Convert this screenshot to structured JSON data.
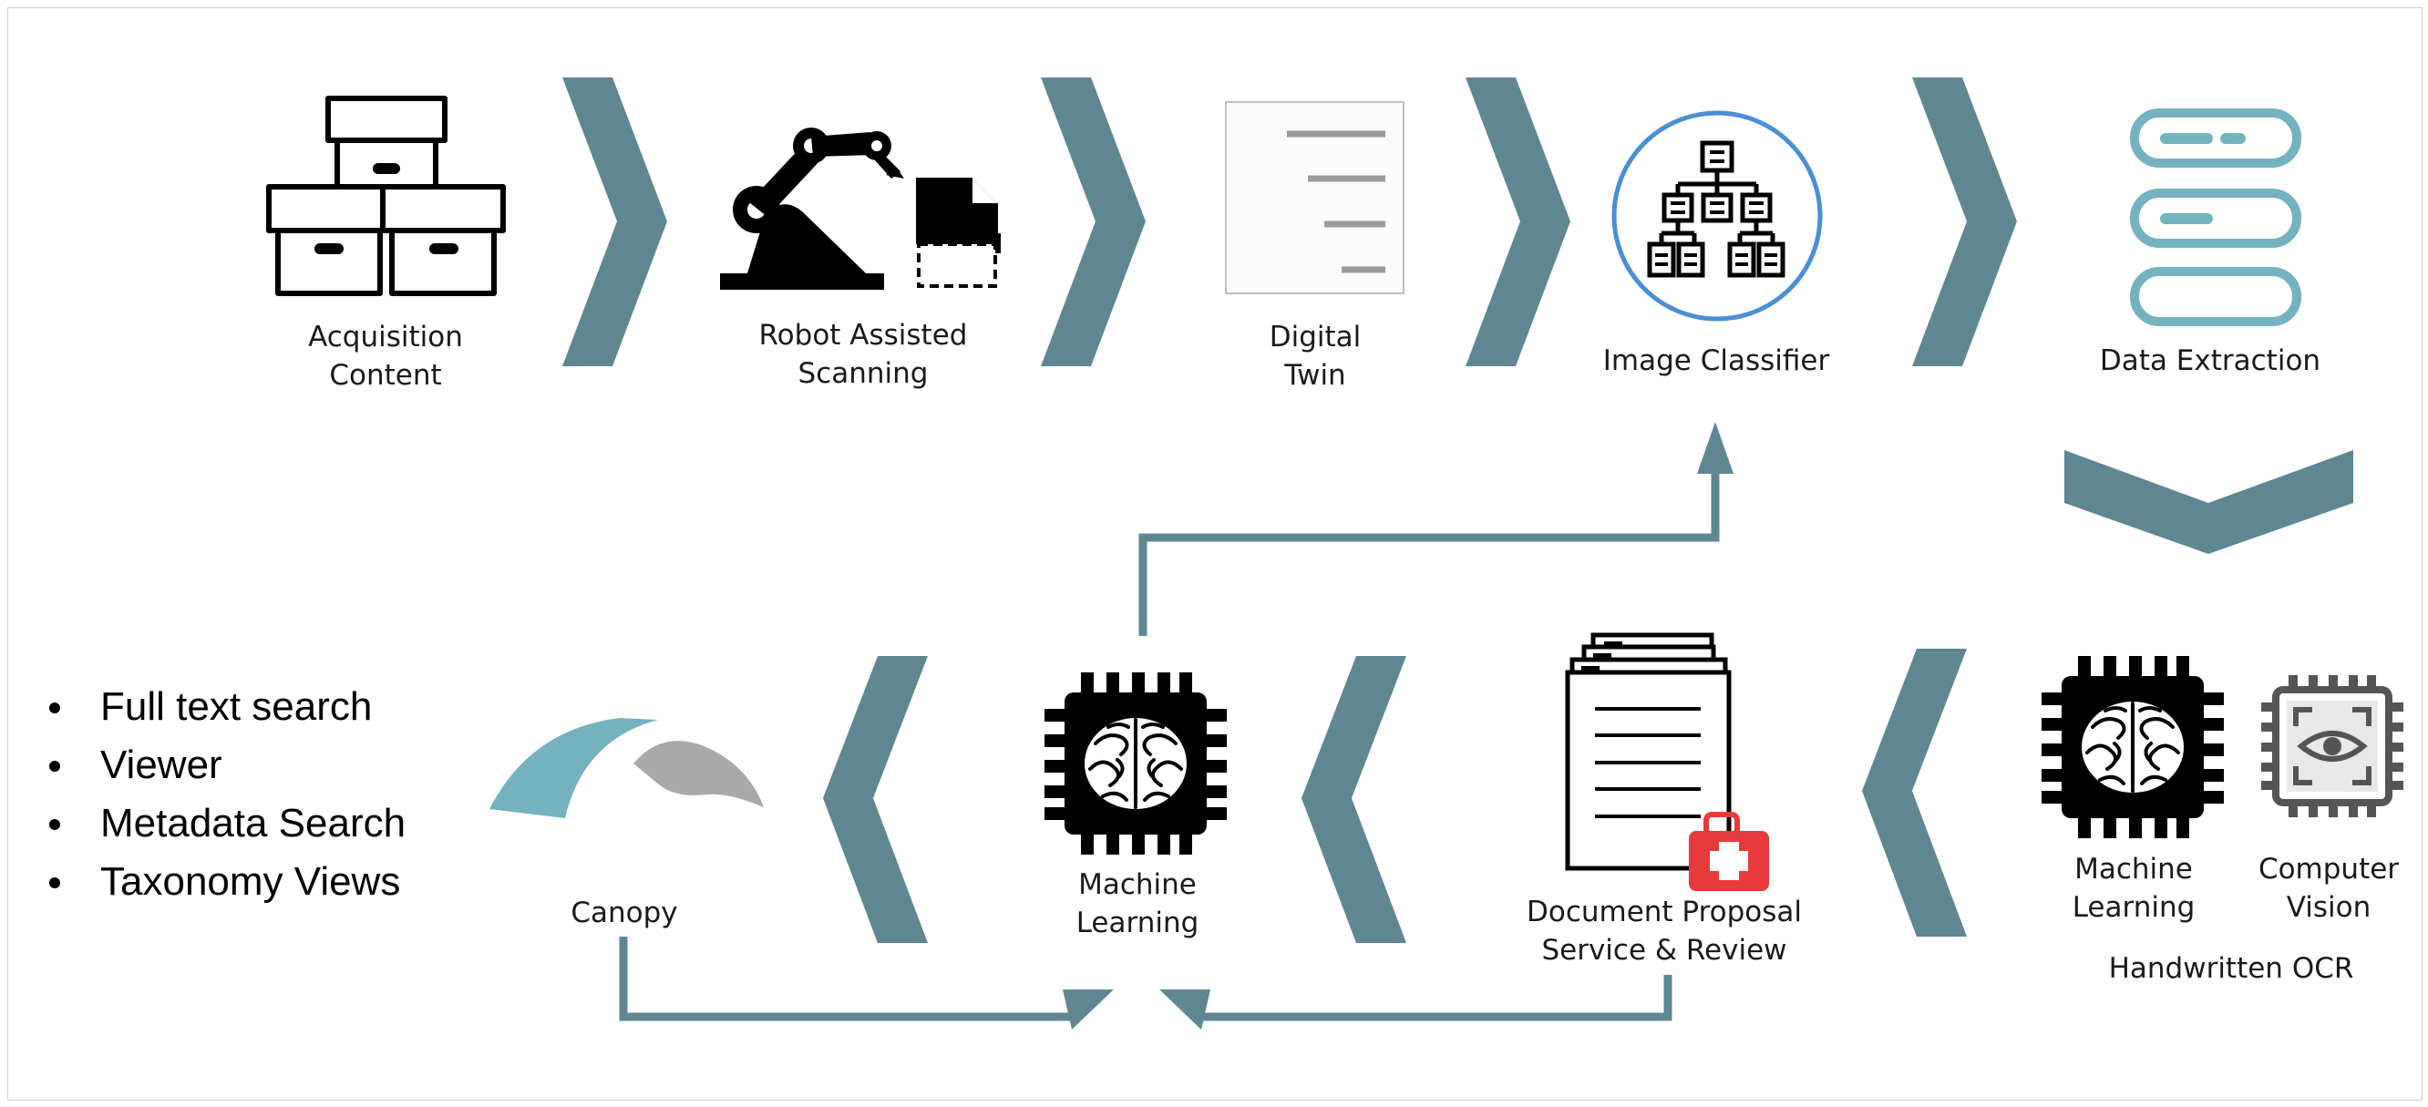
{
  "colors": {
    "chevron": "#5e8793",
    "teal": "#74b2bf",
    "gray": "#a9a9a9",
    "classifier_ring": "#4a8fd4",
    "medkit": "#e83a3a"
  },
  "top_row": {
    "acquisition": {
      "icon": "boxes-icon",
      "line1": "Acquisition",
      "line2": "Content"
    },
    "robot": {
      "icon": "robot-arm-icon",
      "line1": "Robot Assisted",
      "line2": "Scanning"
    },
    "twin": {
      "icon": "document-icon",
      "line1": "Digital",
      "line2": "Twin"
    },
    "classifier": {
      "icon": "hierarchy-icon",
      "label": "Image Classifier"
    },
    "extraction": {
      "icon": "database-icon",
      "label": "Data Extraction"
    }
  },
  "bottom_row": {
    "canopy": {
      "icon": "canopy-logo-icon",
      "label": "Canopy"
    },
    "ml_center": {
      "icon": "brain-chip-icon",
      "line1": "Machine",
      "line2": "Learning"
    },
    "proposal": {
      "icon": "document-medkit-icon",
      "line1": "Document Proposal",
      "line2": "Service & Review"
    },
    "ocr": {
      "ml": {
        "icon": "brain-chip-icon",
        "line1": "Machine",
        "line2": "Learning"
      },
      "cv": {
        "icon": "eye-chip-icon",
        "line1": "Computer",
        "line2": "Vision"
      },
      "label": "Handwritten OCR"
    }
  },
  "bullets": [
    "Full text search",
    "Viewer",
    "Metadata Search",
    "Taxonomy Views"
  ]
}
